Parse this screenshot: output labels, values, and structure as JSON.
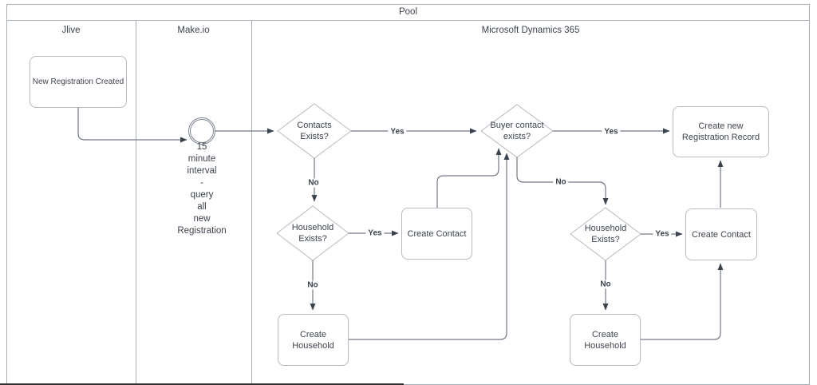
{
  "pool": {
    "title": "Pool",
    "lanes": [
      {
        "label": "Jlive"
      },
      {
        "label": "Make.io"
      },
      {
        "label": "Microsoft Dynamics 365"
      }
    ]
  },
  "nodes": {
    "new_registration": {
      "label": "New Registration Created"
    },
    "timer": {
      "caption": "15\nminute\ninterval\n-\nquery\nall\nnew\nRegistration"
    },
    "contacts_decision": {
      "label": "Contacts\nExists?"
    },
    "buyer_decision": {
      "label": "Buyer contact\nexists?"
    },
    "household_decision_left": {
      "label": "Household\nExists?"
    },
    "household_decision_right": {
      "label": "Household\nExists?"
    },
    "create_contact_left": {
      "label": "Create Contact"
    },
    "create_contact_right": {
      "label": "Create Contact"
    },
    "create_household_left": {
      "label": "Create\nHousehold"
    },
    "create_household_right": {
      "label": "Create\nHousehold"
    },
    "create_registration_record": {
      "label": "Create new\nRegistration Record"
    }
  },
  "edge_labels": {
    "contacts_yes": "Yes",
    "contacts_no": "No",
    "household_left_yes": "Yes",
    "household_left_no": "No",
    "buyer_yes": "Yes",
    "buyer_no": "No",
    "household_right_yes": "Yes",
    "household_right_no": "No"
  },
  "colors": {
    "shape_border": "#b5bac1",
    "lane_border": "#a9afb7",
    "connector_line": "#707883",
    "arrowhead": "#39424d",
    "text": "#3d434d"
  }
}
